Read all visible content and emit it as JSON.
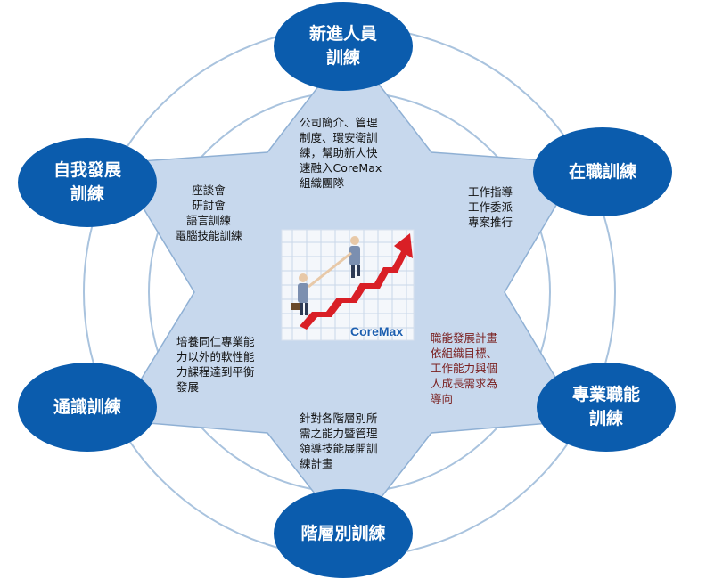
{
  "nodes": {
    "top": "新進人員\n訓練",
    "upper_right": "在職訓練",
    "lower_right": "專業職能\n訓練",
    "bottom": "階層別訓練",
    "lower_left": "通識訓練",
    "upper_left": "自我發展\n訓練"
  },
  "descriptions": {
    "top": "公司簡介、管理\n制度、環安衛訓\n練，幫助新人快\n速融入CoreMax\n組織團隊",
    "upper_right": "工作指導\n工作委派\n專案推行",
    "lower_right": "職能發展計畫\n依組織目標、\n工作能力與個\n人成長需求為\n導向",
    "bottom": "針對各階層別所\n需之能力暨管理\n領導技能展開訓\n練計畫",
    "lower_left": "培養同仁專業能\n力以外的軟性能\n力課程達到平衡\n發展",
    "upper_left": "座談會\n研討會\n語言訓練\n電腦技能訓練"
  },
  "center_image": {
    "logo_text": "CoreMax",
    "icons": [
      "staircase-arrow-icon",
      "business-people-icon"
    ]
  },
  "colors": {
    "node_fill": "#0b5cad",
    "star_fill": "#c7d8ed",
    "ring_stroke": "#a9c3de",
    "arrow_red": "#d91f26"
  }
}
